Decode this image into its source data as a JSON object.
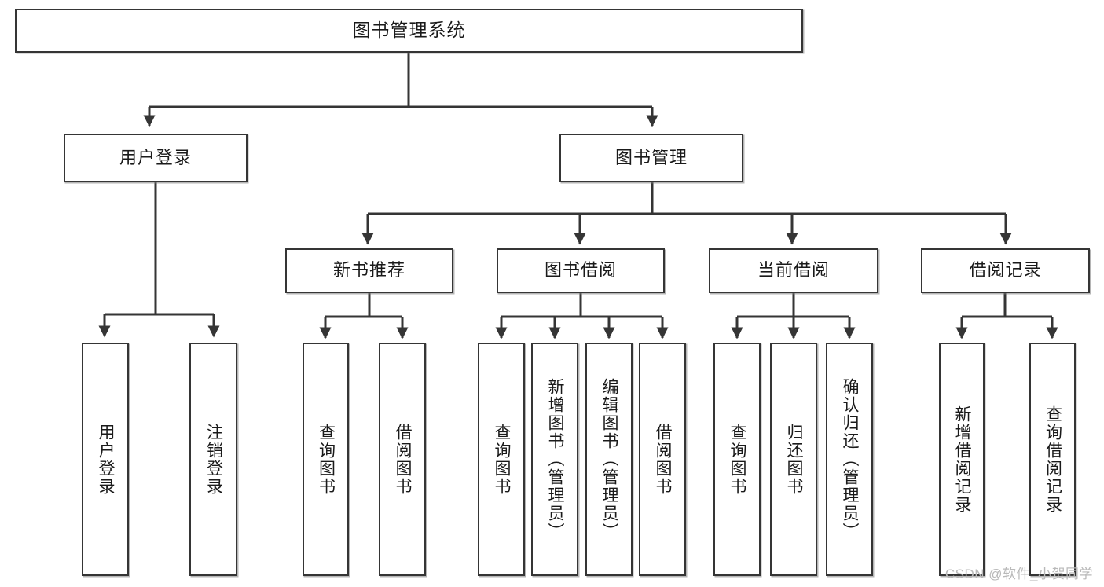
{
  "diagram": {
    "title_node": {
      "id": "root",
      "label": "图书管理系统"
    },
    "level2": [
      {
        "id": "user-login",
        "label": "用户登录"
      },
      {
        "id": "book-management",
        "label": "图书管理"
      }
    ],
    "level3": [
      {
        "id": "new-book-recommend",
        "label": "新书推荐"
      },
      {
        "id": "book-borrow",
        "label": "图书借阅"
      },
      {
        "id": "current-borrow",
        "label": "当前借阅"
      },
      {
        "id": "borrow-record",
        "label": "借阅记录"
      }
    ],
    "leaves": [
      {
        "id": "leaf-user-login",
        "label": "用户登录",
        "parent": "user-login"
      },
      {
        "id": "leaf-logout-login",
        "label": "注销登录",
        "parent": "user-login"
      },
      {
        "id": "leaf-query-book-1",
        "label": "查询图书",
        "parent": "new-book-recommend"
      },
      {
        "id": "leaf-borrow-book-1",
        "label": "借阅图书",
        "parent": "new-book-recommend"
      },
      {
        "id": "leaf-query-book-2",
        "label": "查询图书",
        "parent": "book-borrow"
      },
      {
        "id": "leaf-add-book",
        "label": "新增图书（管理员）",
        "parent": "book-borrow"
      },
      {
        "id": "leaf-edit-book",
        "label": "编辑图书（管理员）",
        "parent": "book-borrow"
      },
      {
        "id": "leaf-borrow-book-2",
        "label": "借阅图书",
        "parent": "book-borrow"
      },
      {
        "id": "leaf-query-book-3",
        "label": "查询图书",
        "parent": "current-borrow"
      },
      {
        "id": "leaf-return-book",
        "label": "归还图书",
        "parent": "current-borrow"
      },
      {
        "id": "leaf-confirm-return",
        "label": "确认归还（管理员）",
        "parent": "current-borrow"
      },
      {
        "id": "leaf-add-borrow-record",
        "label": "新增借阅记录",
        "parent": "borrow-record"
      },
      {
        "id": "leaf-query-borrow-record",
        "label": "查询借阅记录",
        "parent": "borrow-record"
      }
    ],
    "colors": {
      "stroke": "#353535",
      "fill": "#ffffff",
      "text": "#1a1a1a",
      "watermark": "#b9b9b9"
    }
  },
  "watermark": {
    "text": "CSDN @软件_小贺同学"
  }
}
